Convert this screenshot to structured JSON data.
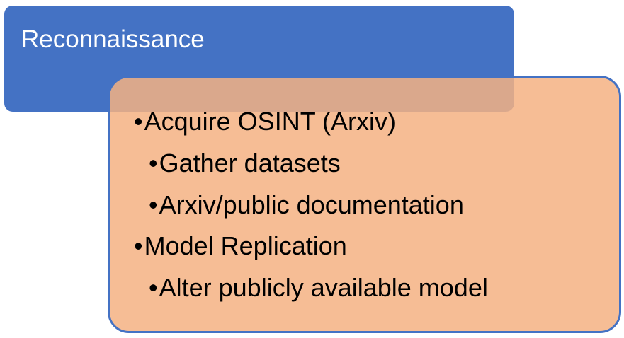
{
  "title": "Reconnaissance",
  "bullet_glyph": "•",
  "bullets": [
    {
      "level": 1,
      "text": "Acquire OSINT (Arxiv)"
    },
    {
      "level": 2,
      "text": "Gather datasets"
    },
    {
      "level": 2,
      "text": "Arxiv/public documentation"
    },
    {
      "level": 1,
      "text": "Model Replication"
    },
    {
      "level": 2,
      "text": "Alter publicly available model"
    }
  ],
  "colors": {
    "title_box": "#4472c4",
    "title_text": "#ffffff",
    "content_box": "#f4b183",
    "content_border": "#4472c4",
    "bullet_text": "#000000"
  }
}
